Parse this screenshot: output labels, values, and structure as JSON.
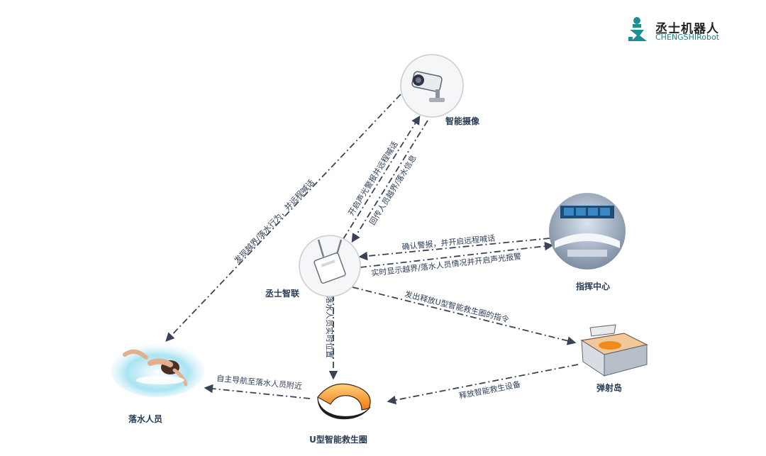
{
  "logo": {
    "name_cn": "丞士机器人",
    "name_en": "CHENGSHIRobot",
    "color": "#1c8f95"
  },
  "nodes": {
    "camera": "智能摄像",
    "gateway": "丞士智联",
    "command_center": "指挥中心",
    "launcher": "弹射岛",
    "lifebuoy": "U型智能救生圈",
    "person": "落水人员"
  },
  "edges": {
    "camera_to_person": "发现越界/落水行为，并远程喊话",
    "gateway_to_camera": "开启声光警报并远程喊话",
    "camera_to_gateway": "回传人员越界/落水信息",
    "command_to_gateway": "确认警报，并开启远程喊话",
    "gateway_to_command": "实时显示越界/落水人员情况并开启声光报警",
    "gateway_to_launcher": "发出释放U型智能救生圈的指令",
    "gateway_to_lifebuoy": "落水人员实时位置",
    "launcher_to_lifebuoy": "释放智能救生设备",
    "lifebuoy_to_person": "自主导航至落水人员附近"
  },
  "colors": {
    "edge": "#3a4256",
    "node_bg": "#f5f6f8",
    "label": "#2a3c55"
  }
}
